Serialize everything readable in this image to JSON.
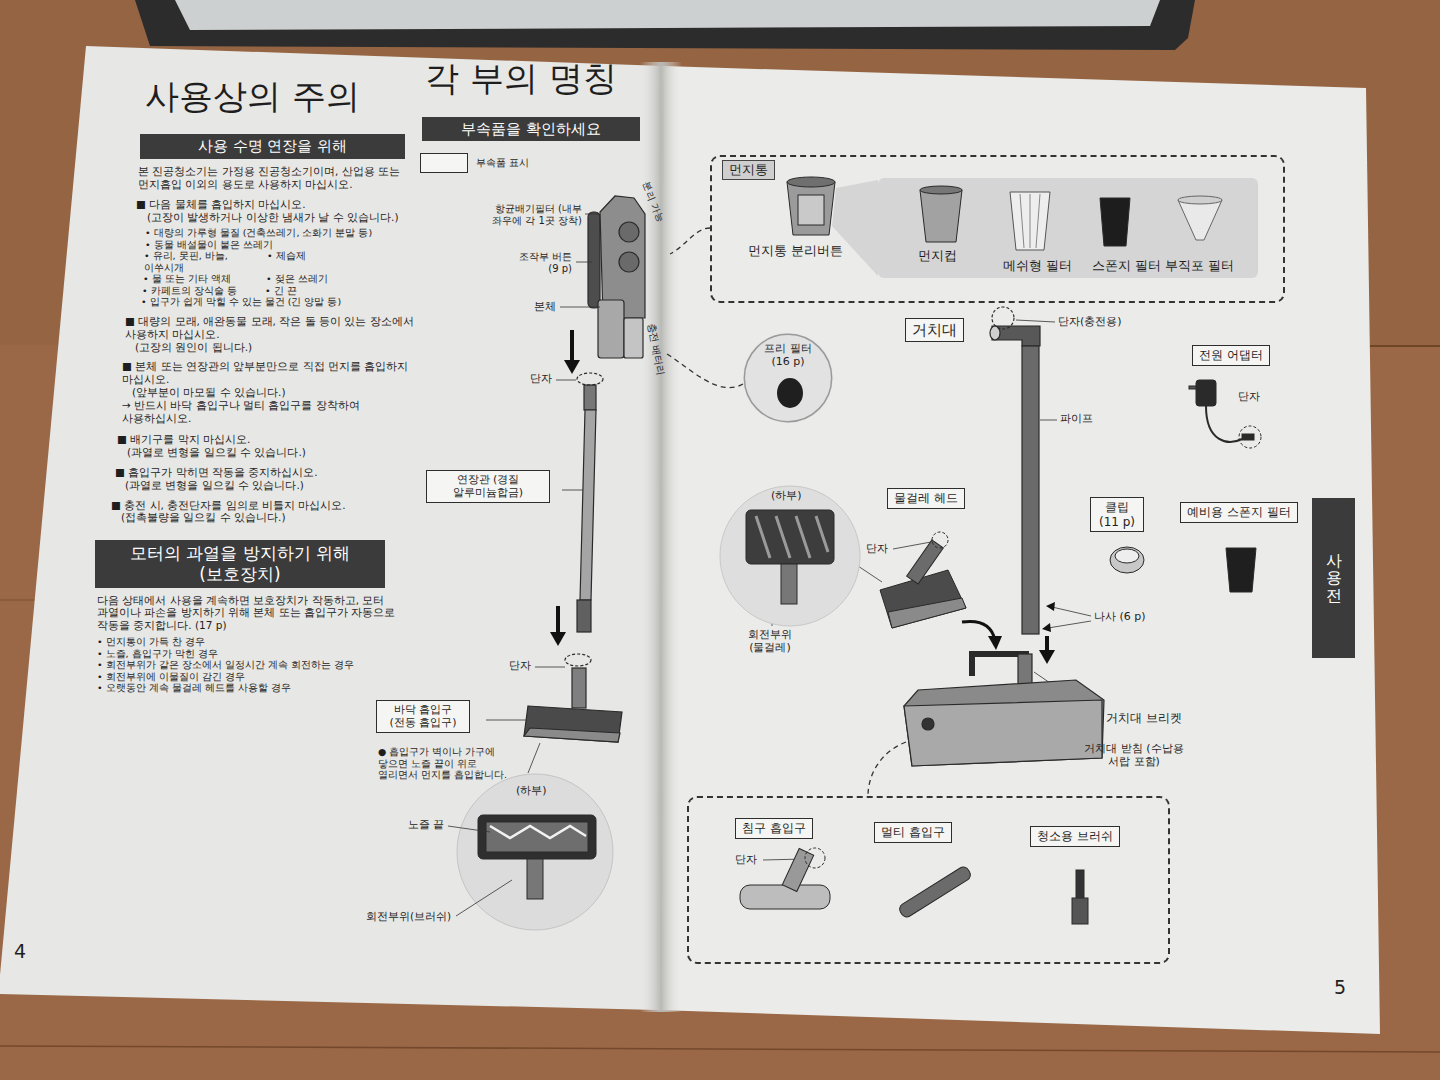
{
  "diagram": {
    "title": "각 부의 명칭",
    "nodes": [
      {
        "text": [
          "사용 수명 연장을 위해"
        ]
      },
      {
        "text": [
          "모터의 과열을 방지하기 위해 (보호장치)"
        ]
      },
      {
        "text": [
          "부속품을 확인하세요"
        ]
      },
      {
        "text": [
          "연장관 (경질 알루미늄합금)"
        ]
      },
      {
        "text": [
          "바닥 흡입구 (전동 흡입구)"
        ]
      },
      {
        "text": [
          "먼지통",
          "먼지통 분리버튼"
        ]
      },
      {
        "text": [
          "먼지컵",
          "메쉬형 필터",
          "스폰지 필터",
          "부직포 필터"
        ],
        "in": 5
      },
      {
        "text": [
          "프리 필터 (16 p)"
        ]
      },
      {
        "text": [
          "거치대"
        ]
      },
      {
        "text": [
          "전원 어댑터"
        ]
      },
      {
        "text": [
          "물걸레 헤드"
        ]
      },
      {
        "text": [
          "클립 (11 p)"
        ]
      },
      {
        "text": [
          "예비용 스폰지 필터"
        ]
      },
      {
        "text": [
          "사용 전"
        ]
      },
      {
        "text": [
          "단자"
        ]
      },
      {
        "text": [
          "침구 흡입구"
        ],
        "in": 14
      },
      {
        "text": [
          "멀티 흡입구"
        ],
        "in": 14
      },
      {
        "text": [
          "청소용 브러쉬"
        ],
        "in": 14
      }
    ],
    "labels": [
      "사용상의 주의",
      "본 진공청소기는 가정용 진공청소기이며, 산업용 또는 먼지흡입 이외의 용도로 사용하지 마십시오.",
      "■ 다음 물체를 흡입하지 마십시오.",
      "(고장이 발생하거나 이상한 냄새가 날 수 있습니다.)",
      "• 대량의 가루형 물질 (건축쓰레기, 소화기 분말 등)",
      "• 동물 배설물이 붙은 쓰레기",
      "• 유리, 못핀, 바늘, 이쑤시개",
      "• 제습제",
      "• 물 또는 기타 액체",
      "• 젖은 쓰레기",
      "• 카페트의 장식술 등",
      "• 긴 끈",
      "• 입구가 쉽게 막힐 수 있는 물건 (긴 양말 등)",
      "■ 대량의 모래, 애완동물 모래, 작은 돌 등이 있는 장소에서 사용하지 마십시오.",
      "(고장의 원인이 됩니다.)",
      "■ 본체 또는 연장관의 앞부분만으로 직접 먼지를 흡입하지 마십시오.",
      "(앞부분이 마모될 수 있습니다.)",
      "→ 반드시 바닥 흡입구나 멀티 흡입구를 장착하여 사용하십시오.",
      "■ 배기구를 막지 마십시오.",
      "(과열로 변형을 일으킬 수 있습니다.)",
      "■ 흡입구가 막히면 작동을 중지하십시오.",
      "(과열로 변형을 일으킬 수 있습니다.)",
      "■ 충전 시, 충전단자를 임의로 비틀지 마십시오.",
      "(접촉불량을 일으킬 수 있습니다.)",
      "다음 상태에서 사용을 계속하면 보호장치가 작동하고, 모터 과열이나 파손을 방지하기 위해 본체 또는 흡입구가 자동으로 작동을 중지합니다. (17 p)",
      "• 먼지통이 가득 찬 경우",
      "• 노즐, 흡입구가 막힌 경우",
      "• 회전부위가 같은 장소에서 일정시간 계속 회전하는 경우",
      "• 회전부위에 이물질이 감긴 경우",
      "• 오랫동안 계속 물걸레 헤드를 사용할 경우",
      "4",
      "분리 가능",
      "항균배기필터 (내부 좌우에 각 1곳 장착)",
      "조작부 버튼 (9 p)",
      "본체",
      "충전 배터리",
      "단자",
      "단자",
      "● 흡입구가 벽이나 가구에 닿으면 노즐 끝이 위로 열리면서 먼지를 흡입합니다.",
      "(하부)",
      "노즐 끝",
      "회전부위(브러쉬)",
      "단자(충전용)",
      "파이프",
      "단자",
      "(하부)",
      "단자",
      "회전부위 (물걸레)",
      "나사 (6 p)",
      "거치대 브리켓",
      "거치대 받침 (수납용 서랍 포함)",
      "5"
    ],
    "legend": [
      {
        "text": "부속품 표시"
      }
    ]
  }
}
